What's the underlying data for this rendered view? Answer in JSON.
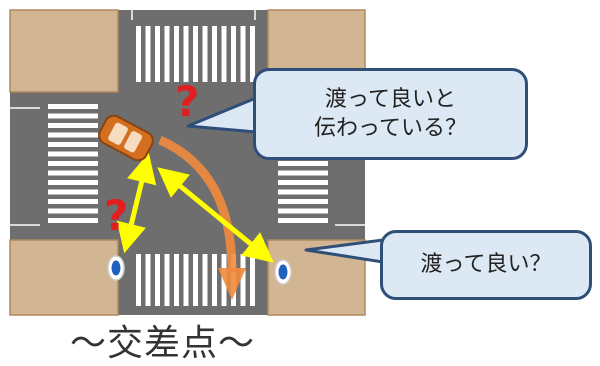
{
  "question_marks": [
    "?",
    "?"
  ],
  "bubbles": {
    "driver": {
      "lines": [
        "渡って良いと",
        "伝わっている？"
      ]
    },
    "pedestrian": {
      "lines": [
        "渡って良い？"
      ]
    }
  },
  "caption": "～交差点～",
  "colors": {
    "sidewalk": "#d2b592",
    "road": "#6e6e6e",
    "crosswalk": "#ffffff",
    "car": "#d36f1f",
    "turn_arrow": "#f08a3c",
    "sightline": "#ffff00",
    "question_mark": "#e02020",
    "pedestrian": "#1f5fbf",
    "bubble_fill": "#dde8f5",
    "bubble_border": "#2f4f78"
  }
}
